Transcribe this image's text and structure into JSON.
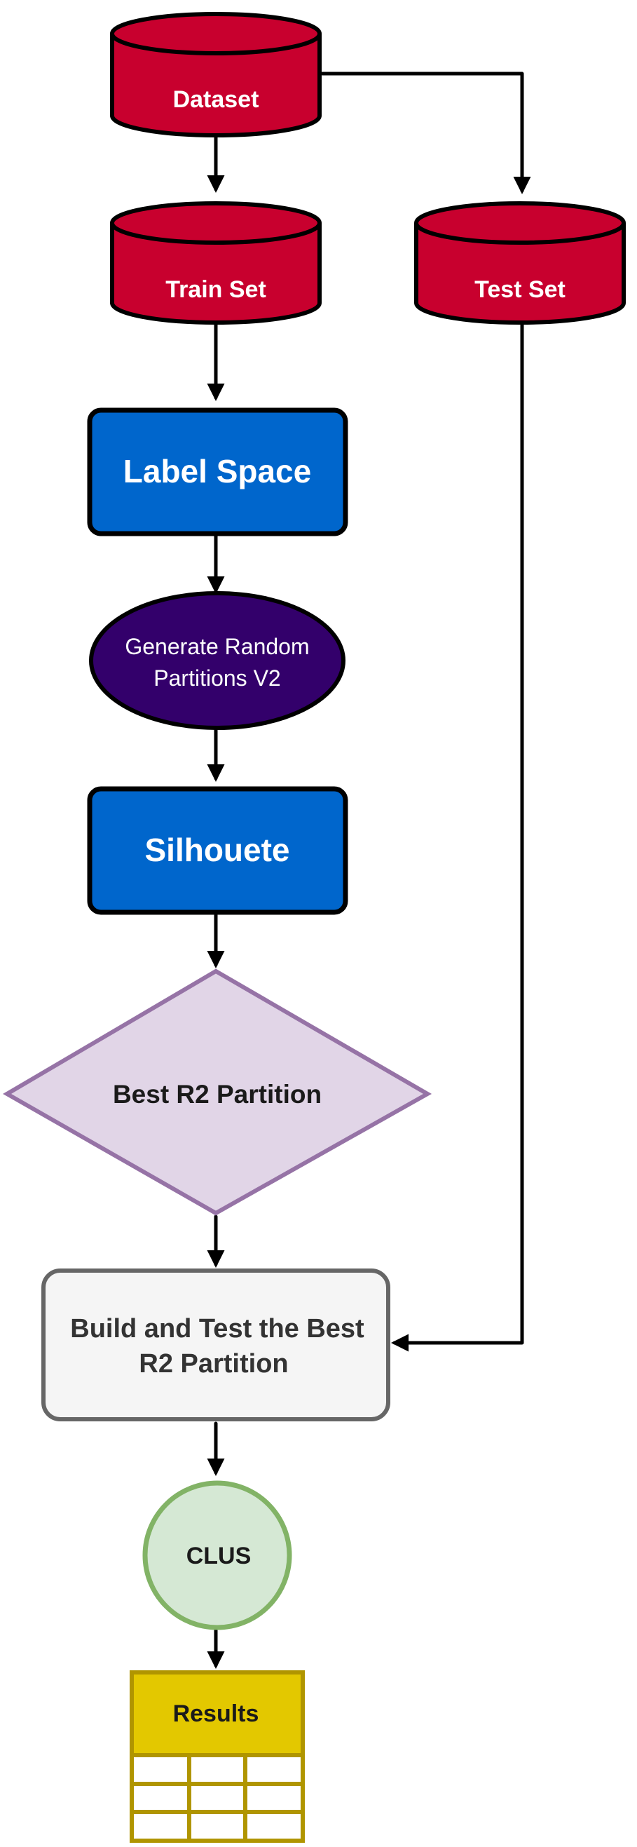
{
  "nodes": {
    "dataset": {
      "label": "Dataset",
      "color": "#c8002e"
    },
    "train_set": {
      "label": "Train Set",
      "color": "#c8002e"
    },
    "test_set": {
      "label": "Test Set",
      "color": "#c8002e"
    },
    "label_space": {
      "label": "Label Space",
      "color": "#0066cc"
    },
    "generate_partitions": {
      "line1": "Generate Random",
      "line2": "Partitions V2",
      "color": "#33006b"
    },
    "silhouete": {
      "label": "Silhouete",
      "color": "#0066cc"
    },
    "best_partition": {
      "label": "Best R2 Partition",
      "color": "#e1d5e7",
      "border": "#9673a6"
    },
    "build_test": {
      "line1": "Build and Test the Best",
      "line2": "R2 Partition",
      "color": "#f5f5f5",
      "border": "#666666"
    },
    "clus": {
      "label": "CLUS",
      "color": "#d5e8d4",
      "border": "#82b366"
    },
    "results": {
      "label": "Results",
      "color": "#e3c800",
      "border": "#b09500"
    }
  },
  "edges": [
    {
      "from": "dataset",
      "to": "train_set"
    },
    {
      "from": "dataset",
      "to": "test_set"
    },
    {
      "from": "train_set",
      "to": "label_space"
    },
    {
      "from": "label_space",
      "to": "generate_partitions"
    },
    {
      "from": "generate_partitions",
      "to": "silhouete"
    },
    {
      "from": "silhouete",
      "to": "best_partition"
    },
    {
      "from": "best_partition",
      "to": "build_test"
    },
    {
      "from": "test_set",
      "to": "build_test"
    },
    {
      "from": "build_test",
      "to": "clus"
    },
    {
      "from": "clus",
      "to": "results"
    }
  ]
}
